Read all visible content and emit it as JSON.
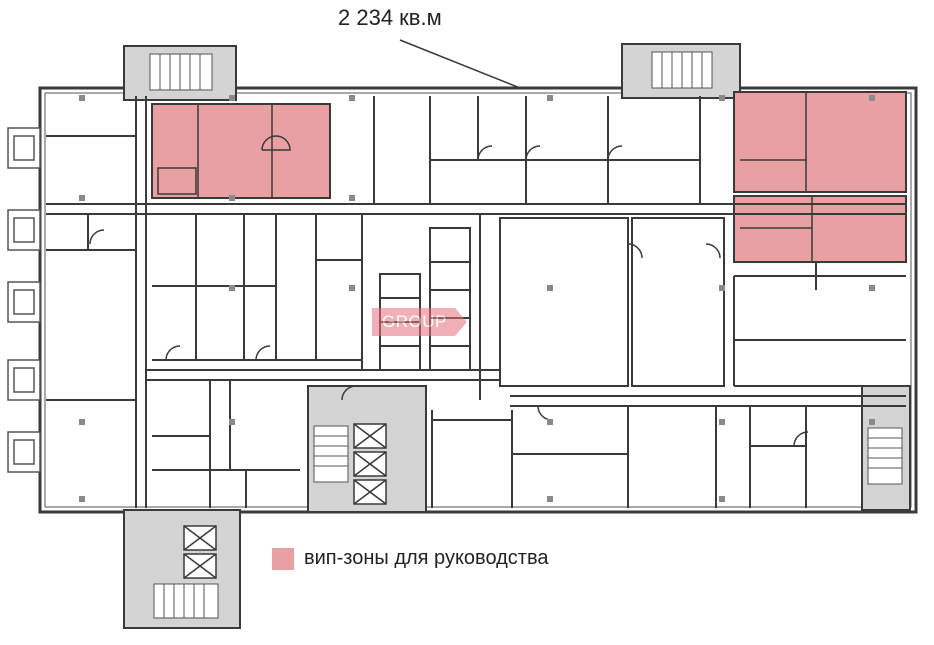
{
  "plan": {
    "total_area": "2 234 кв.м",
    "legend": {
      "label": "вип-зоны для руководства",
      "color": "#e8a0a3"
    },
    "watermark": {
      "text": "GROUP",
      "color": "#e7717b"
    },
    "colors": {
      "wall": "#3a3a3a",
      "stair_core": "#d4d4d4",
      "vip_zone": "#e8a0a3"
    }
  }
}
